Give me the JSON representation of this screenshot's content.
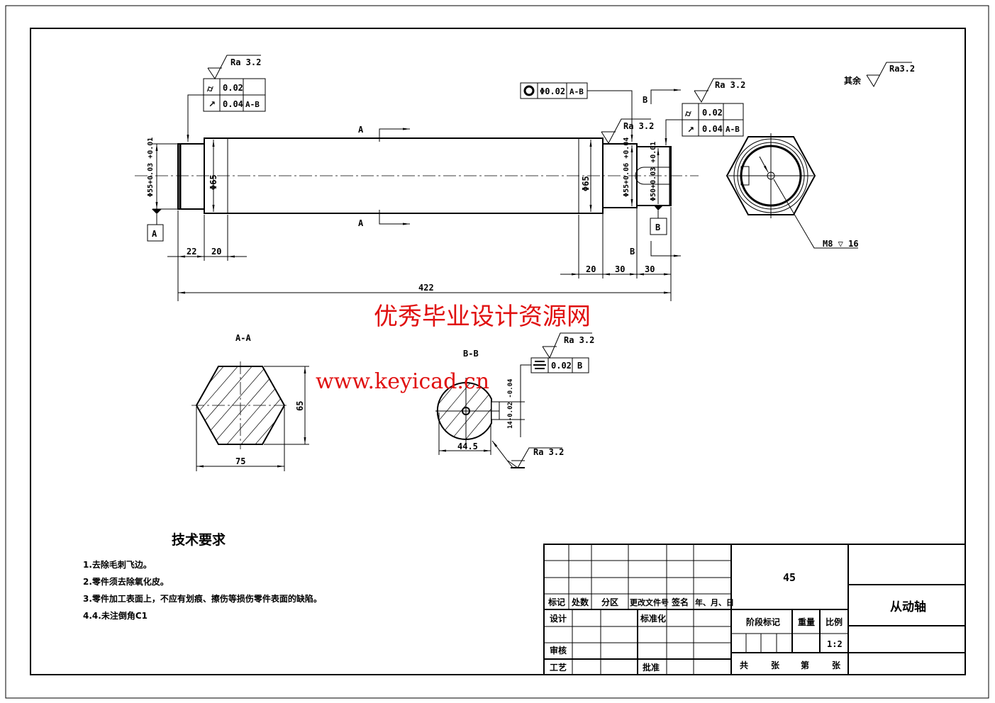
{
  "drawing": {
    "roughness_default_label": "其余",
    "roughness_default_value": "Ra3.2",
    "roughness_value": "Ra  3.2",
    "datum_a": "A",
    "datum_b": "B",
    "section_a_label": "A",
    "section_b_label": "B",
    "section_aa_title": "A-A",
    "section_bb_title": "B-B",
    "fcf_left": {
      "row1_value": "0.02",
      "row2_value": "0.04",
      "row2_datum": "A-B"
    },
    "fcf_right": {
      "row1_value": "0.02",
      "row2_value": "0.04",
      "row2_datum": "A-B"
    },
    "fcf_concentric": {
      "value": "Φ0.02",
      "datum": "A-B"
    },
    "fcf_symmetry": {
      "value": "0.02",
      "datum": "B"
    },
    "dims": {
      "d55_left": "Φ55+0.03 +0.01",
      "d65_left": "Φ65",
      "d65_right": "Φ65",
      "d55_right": "Φ55+0.06 +0.04",
      "d50": "Φ50+0.03 +0.01",
      "l22": "22",
      "l20_left": "20",
      "l20_right": "20",
      "l30_a": "30",
      "l30_b": "30",
      "l422": "422",
      "hex_65": "65",
      "hex_75": "75",
      "bb_445": "44.5",
      "bb_key": "14-0.02 -0.04",
      "thread": "M8 ▽ 16"
    }
  },
  "watermark": {
    "line1": "优秀毕业设计资源网",
    "line2": "www.keyicad.cn"
  },
  "tech_req": {
    "title": "技术要求",
    "items": [
      "1.去除毛刺飞边。",
      "2.零件须去除氧化皮。",
      "3.零件加工表面上，不应有划痕、擦伤等损伤零件表面的缺陷。",
      "4.4.未注倒角C1"
    ]
  },
  "title_block": {
    "material": "45",
    "part_name": "从动轴",
    "headers": [
      "标记",
      "处数",
      "分区",
      "更改文件号",
      "签名",
      "年、月、日"
    ],
    "design": "设计",
    "standardize": "标准化",
    "review": "审核",
    "process": "工艺",
    "approve": "批准",
    "stage_mark": "阶段标记",
    "weight": "重量",
    "scale_label": "比例",
    "scale_value": "1:2",
    "total": "共",
    "sheets1": "张",
    "nth": "第",
    "sheets2": "张"
  }
}
